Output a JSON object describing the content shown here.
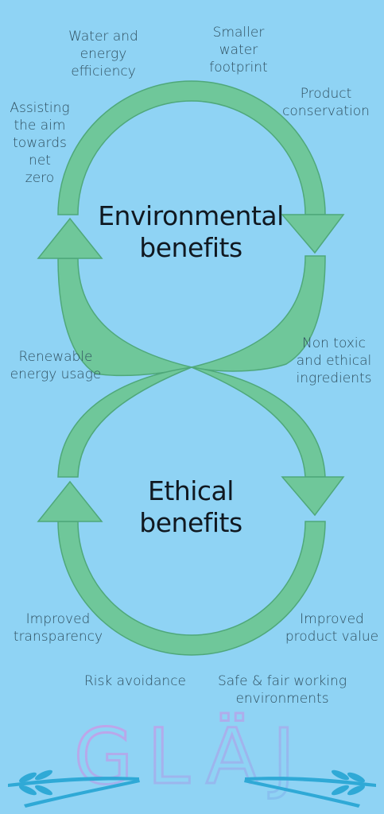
{
  "diagram": {
    "top_loop": {
      "title": "Environmental\nbenefits",
      "labels": {
        "water_energy": "Water and\nenergy\nefficiency",
        "smaller_water": "Smaller\nwater\nfootprint",
        "product_conservation": "Product\nconservation",
        "net_zero": "Assisting\nthe aim\ntowards\nnet\nzero"
      }
    },
    "bottom_loop": {
      "title": "Ethical\nbenefits",
      "labels": {
        "renewable": "Renewable\nenergy usage",
        "non_toxic": "Non toxic\nand ethical\ningredients",
        "transparency": "Improved\ntransparency",
        "product_value": "Improved\nproduct value"
      }
    },
    "footer_labels": {
      "risk": "Risk avoidance",
      "safe_fair": "Safe & fair working\nenvironments"
    }
  },
  "brand": {
    "logo_text": "GLÄJ"
  },
  "colors": {
    "background": "#8fd3f4",
    "arrow_fill": "#6fc79a",
    "arrow_stroke": "#4fa87a",
    "text": "#2f4f5f",
    "title": "#101820"
  }
}
